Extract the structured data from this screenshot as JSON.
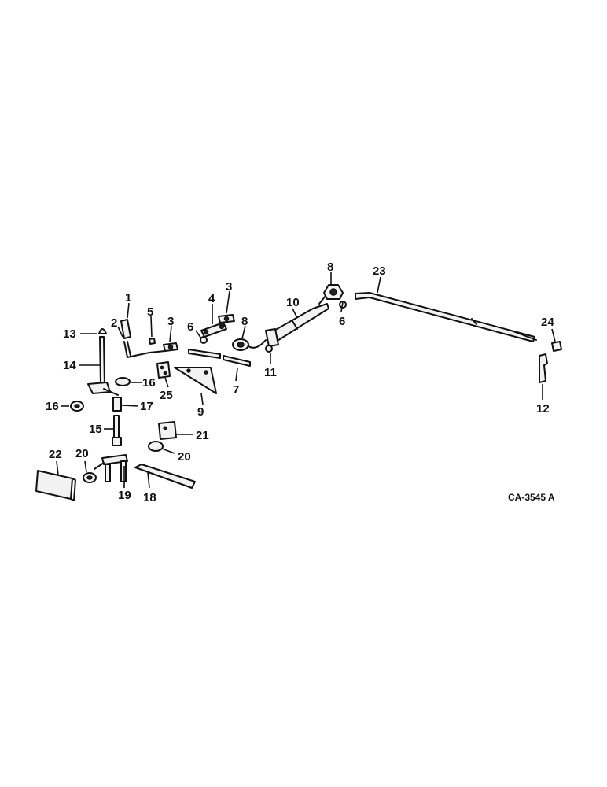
{
  "callouts": {
    "c1": "1",
    "c2": "2",
    "c3a": "3",
    "c3b": "3",
    "c4": "4",
    "c5": "5",
    "c6a": "6",
    "c6b": "6",
    "c7": "7",
    "c8a": "8",
    "c8b": "8",
    "c9": "9",
    "c10": "10",
    "c11": "11",
    "c12": "12",
    "c13": "13",
    "c14": "14",
    "c15": "15",
    "c16a": "16",
    "c16b": "16",
    "c17": "17",
    "c18": "18",
    "c19": "19",
    "c20a": "20",
    "c20b": "20",
    "c21": "21",
    "c22": "22",
    "c23": "23",
    "c24": "24",
    "c25": "25"
  },
  "reference_code": "CA-3545 A"
}
